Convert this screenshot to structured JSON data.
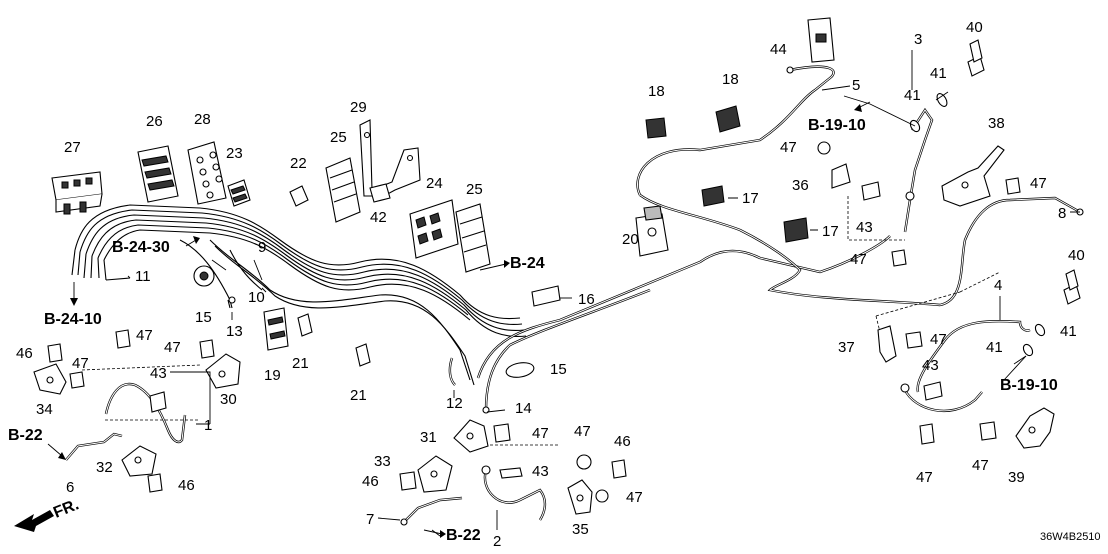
{
  "parts": {
    "p1": "1",
    "p2": "2",
    "p3": "3",
    "p4": "4",
    "p5": "5",
    "p6": "6",
    "p7": "7",
    "p8": "8",
    "p9": "9",
    "p10": "10",
    "p11": "11",
    "p12": "12",
    "p13": "13",
    "p14": "14",
    "p15a": "15",
    "p15b": "15",
    "p16": "16",
    "p17a": "17",
    "p17b": "17",
    "p18a": "18",
    "p18b": "18",
    "p19": "19",
    "p20": "20",
    "p21a": "21",
    "p21b": "21",
    "p22": "22",
    "p23": "23",
    "p24": "24",
    "p25a": "25",
    "p25b": "25",
    "p26": "26",
    "p27": "27",
    "p28": "28",
    "p29": "29",
    "p30": "30",
    "p31": "31",
    "p32": "32",
    "p33": "33",
    "p34": "34",
    "p35": "35",
    "p36": "36",
    "p37": "37",
    "p38": "38",
    "p39": "39",
    "p40a": "40",
    "p40b": "40",
    "p41a": "41",
    "p41b": "41",
    "p41c": "41",
    "p41d": "41",
    "p42": "42",
    "p43a": "43",
    "p43b": "43",
    "p43c": "43",
    "p43d": "43",
    "p44": "44",
    "p46a": "46",
    "p46b": "46",
    "p46c": "46",
    "p46d": "46",
    "p47a": "47",
    "p47b": "47",
    "p47c": "47",
    "p47d": "47",
    "p47e": "47",
    "p47f": "47",
    "p47g": "47",
    "p47h": "47",
    "p47i": "47",
    "p47j": "47",
    "p47k": "47",
    "p47l": "47"
  },
  "refs": {
    "r_b24_30": "B-24-30",
    "r_b24_10": "B-24-10",
    "r_b24": "B-24",
    "r_b22_left": "B-22",
    "r_b22_bottom": "B-22",
    "r_b19_top": "B-19-10",
    "r_b19_right": "B-19-10"
  },
  "front_label": "FR.",
  "diagram_code": "36W4B2510"
}
